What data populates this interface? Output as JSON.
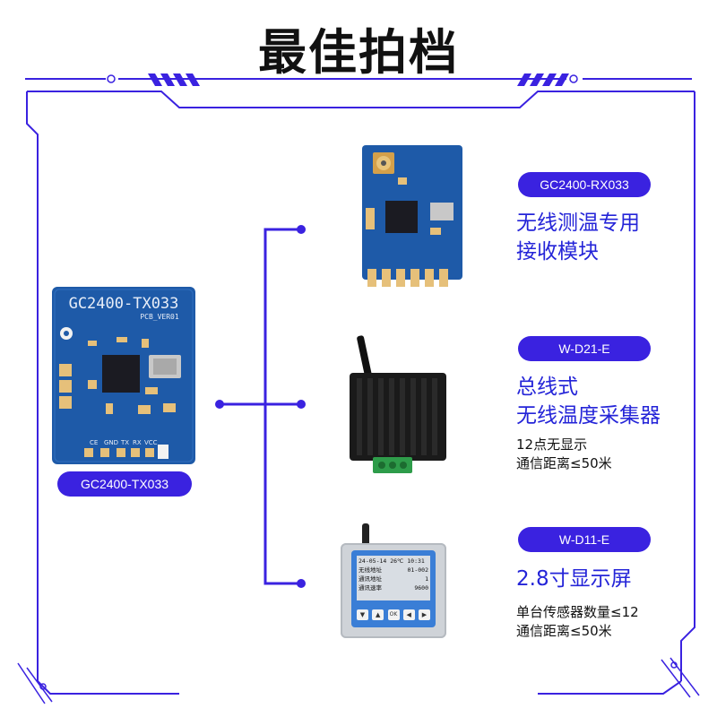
{
  "title": "最佳拍档",
  "transmitter": {
    "label": "GC2400-TX033",
    "board_text": "GC2400-TX033",
    "board_sub": "PCB_VER01",
    "pins": [
      "CE",
      "GND",
      "TX",
      "RX",
      "VCC"
    ]
  },
  "products": [
    {
      "model": "GC2400-RX033",
      "lines": [
        "无线测温专用",
        "接收模块"
      ],
      "details": []
    },
    {
      "model": "W-D21-E",
      "lines": [
        "总线式",
        "无线温度采集器"
      ],
      "details": [
        "12点无显示",
        "通信距离≤50米"
      ]
    },
    {
      "model": "W-D11-E",
      "lines": [
        "2.8寸显示屏"
      ],
      "details": [
        "单台传感器数量≤12",
        "通信距离≤50米"
      ]
    }
  ],
  "display_screen": {
    "header": "24-05-14  26℃  10:31",
    "rows": [
      {
        "label": "无线地址",
        "value": "01-002"
      },
      {
        "label": "通讯地址",
        "value": "1"
      },
      {
        "label": "通讯速率",
        "value": "9600"
      }
    ],
    "buttons": [
      "▼",
      "▲",
      "OK",
      "◀",
      "▶"
    ]
  },
  "colors": {
    "accent": "#3a22e0",
    "pcb": "#1e5aa8",
    "title": "#111111"
  }
}
